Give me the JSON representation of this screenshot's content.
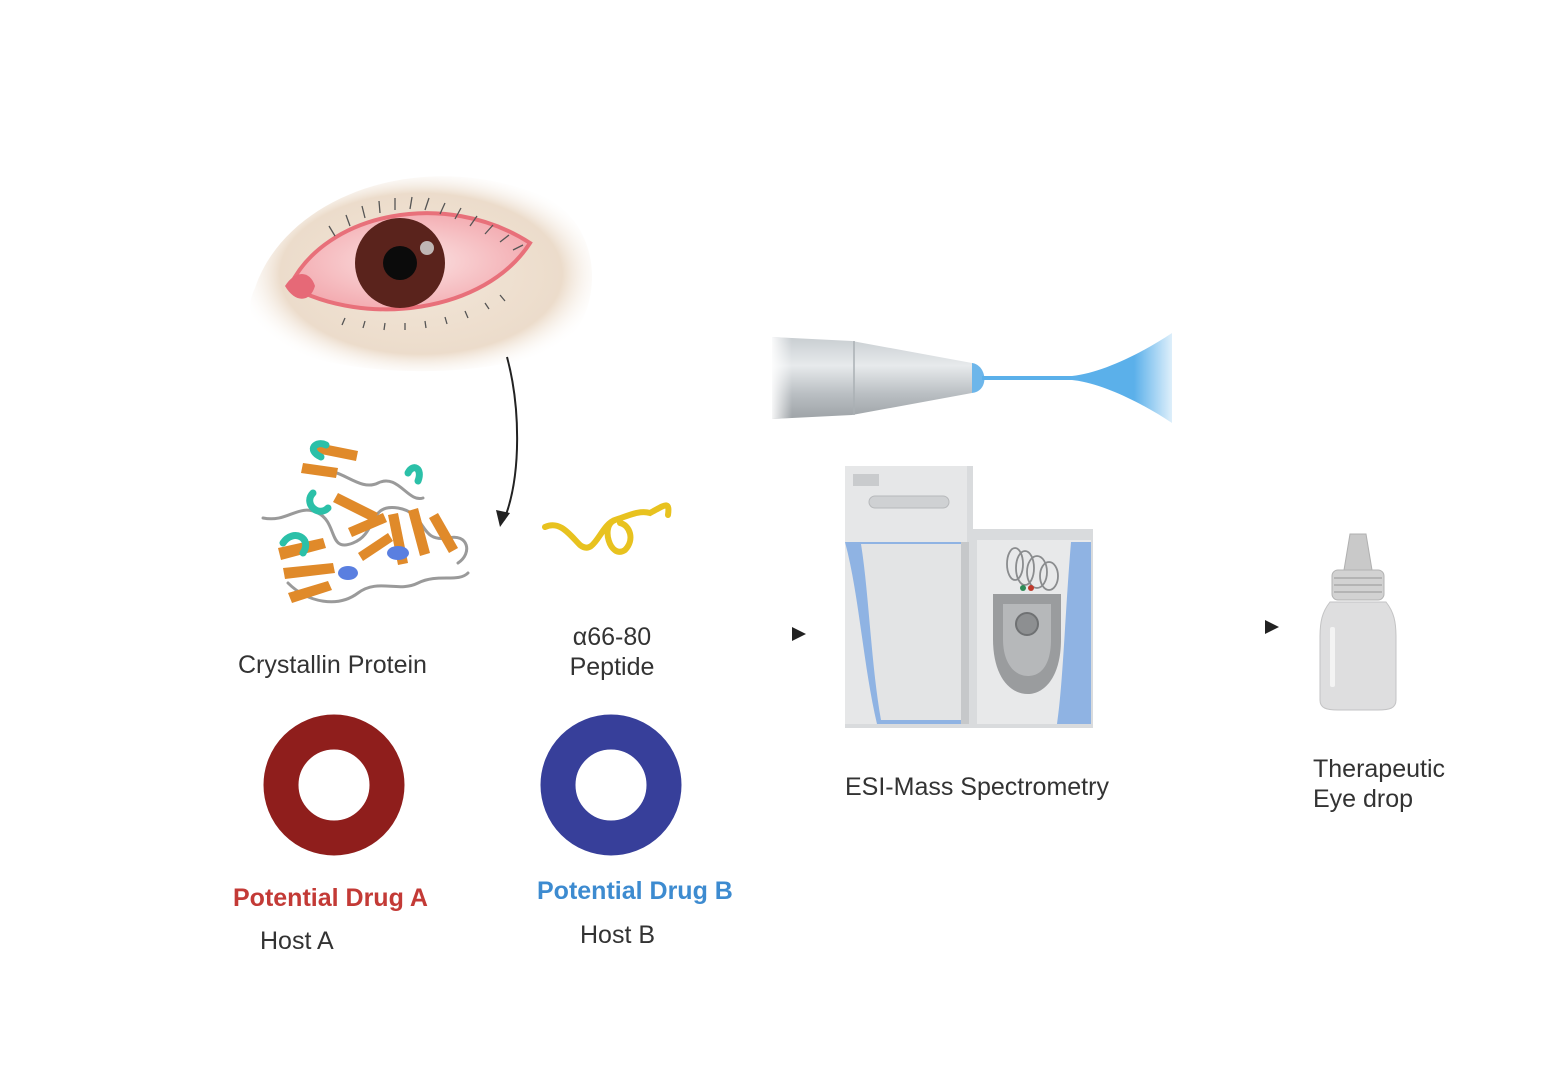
{
  "diagram": {
    "colors": {
      "drug_a": "#c33a36",
      "drug_b": "#3d8bd0",
      "ring_a": "#8f1e1c",
      "ring_b": "#373f9a",
      "label_text": "#333333",
      "arrow": "#222222",
      "peptide": "#e8c21f",
      "spray": "#5bb0ea",
      "instrument_accent": "#8fb3e3"
    },
    "nodes": {
      "eye": {
        "icon": "red-eye-icon"
      },
      "protein": {
        "icon": "protein-structure-icon",
        "label": "Crystallin Protein"
      },
      "peptide": {
        "icon": "peptide-strand-icon",
        "line1": "α66-80",
        "line2": "Peptide"
      },
      "drug_a": {
        "icon": "host-ring-icon",
        "title": "Potential Drug A",
        "host": "Host A"
      },
      "drug_b": {
        "icon": "host-ring-icon",
        "title": "Potential Drug B",
        "host": "Host B"
      },
      "esi_source": {
        "icon": "esi-spray-needle-icon"
      },
      "mass_spec": {
        "icon": "mass-spectrometer-icon",
        "label": "ESI-Mass Spectrometry"
      },
      "eye_drop": {
        "icon": "eye-drop-bottle-icon",
        "line1": "Therapeutic",
        "line2": "Eye drop"
      }
    },
    "edges": [
      {
        "from": "eye",
        "to": "protein",
        "style": "curved-arrow"
      },
      {
        "from": "peptide",
        "to": "mass_spec",
        "style": "arrow"
      },
      {
        "from": "mass_spec",
        "to": "eye_drop",
        "style": "arrow"
      }
    ]
  }
}
